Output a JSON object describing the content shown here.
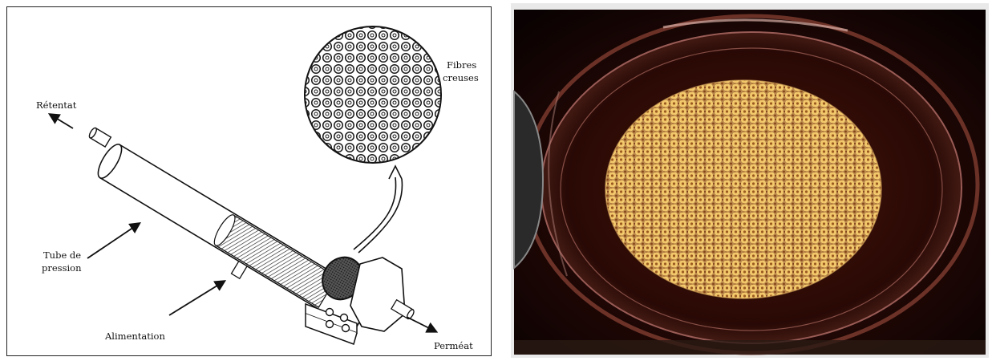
{
  "diagram": {
    "labels": {
      "retentat": "Rétentat",
      "fibres_line1": "Fibres",
      "fibres_line2": "creuses",
      "tube_line1": "Tube de",
      "tube_line2": "pression",
      "alimentation": "Alimentation",
      "permeat": "Perméat"
    }
  },
  "photo": {
    "subject": "hollow-fiber-bundle-cross-section"
  }
}
